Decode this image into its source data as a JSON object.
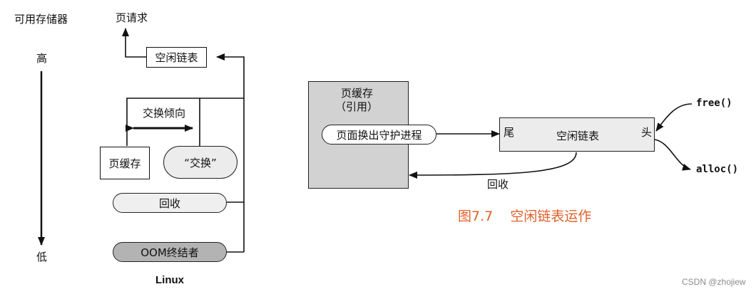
{
  "linux": {
    "axis_title": "可用存储器",
    "high_label": "高",
    "low_label": "低",
    "page_request": "页请求",
    "free_list": "空闲链表",
    "swap_tendency": "交换倾向",
    "page_cache": "页缓存",
    "swap": "“交换”",
    "reclaim": "回收",
    "oom_killer": "OOM终结者",
    "caption": "Linux"
  },
  "figure_7_7": {
    "page_cache_title": "页缓存",
    "page_cache_subtitle": "（引用）",
    "pageout_daemon": "页面换出守护进程",
    "free_list": "空闲链表",
    "tail": "尾",
    "head": "头",
    "free_fn": "free()",
    "alloc_fn": "alloc()",
    "reclaim": "回收",
    "caption": "图7.7    空闲链表运作",
    "caption_color": "#e0602a"
  },
  "watermark": "CSDN @zhojiew"
}
